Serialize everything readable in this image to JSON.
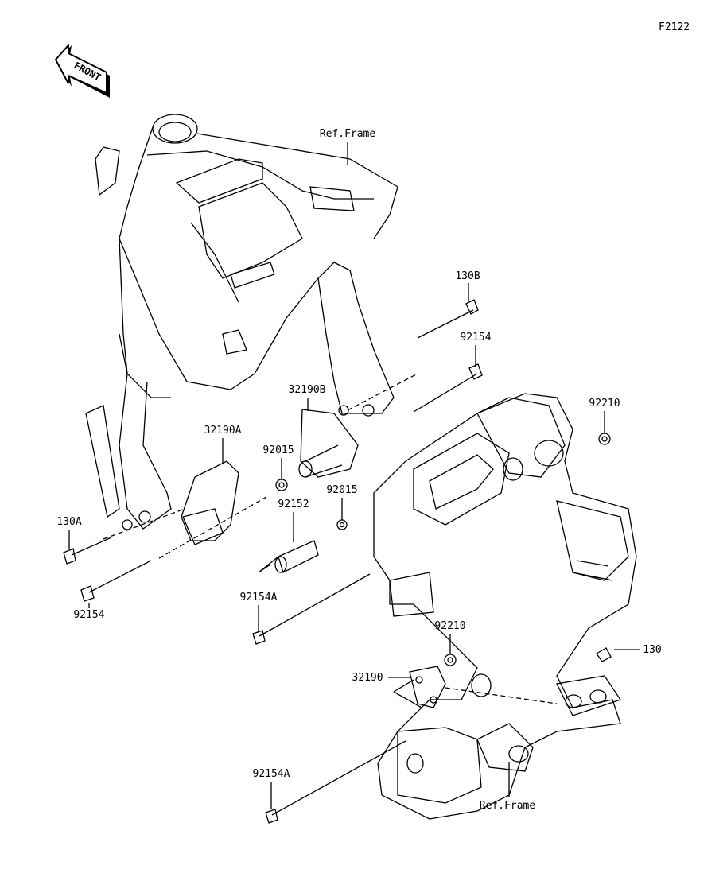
{
  "diagram_code": "F2122",
  "orientation": {
    "label": "FRONT",
    "icon": "front-arrow-icon"
  },
  "callouts": [
    {
      "id": "ref-frame-top",
      "text": "Ref.Frame"
    },
    {
      "id": "130b",
      "text": "130B"
    },
    {
      "id": "92154-right",
      "text": "92154"
    },
    {
      "id": "32190b",
      "text": "32190B"
    },
    {
      "id": "92210-upper",
      "text": "92210"
    },
    {
      "id": "32190a",
      "text": "32190A"
    },
    {
      "id": "92015-a",
      "text": "92015"
    },
    {
      "id": "92015-b",
      "text": "92015"
    },
    {
      "id": "92152",
      "text": "92152"
    },
    {
      "id": "130a",
      "text": "130A"
    },
    {
      "id": "92154-left",
      "text": "92154"
    },
    {
      "id": "92154a-upper",
      "text": "92154A"
    },
    {
      "id": "92210-lower",
      "text": "92210"
    },
    {
      "id": "32190",
      "text": "32190"
    },
    {
      "id": "130",
      "text": "130"
    },
    {
      "id": "92154a-lower",
      "text": "92154A"
    },
    {
      "id": "ref-frame-bottom",
      "text": "Ref.Frame"
    }
  ]
}
